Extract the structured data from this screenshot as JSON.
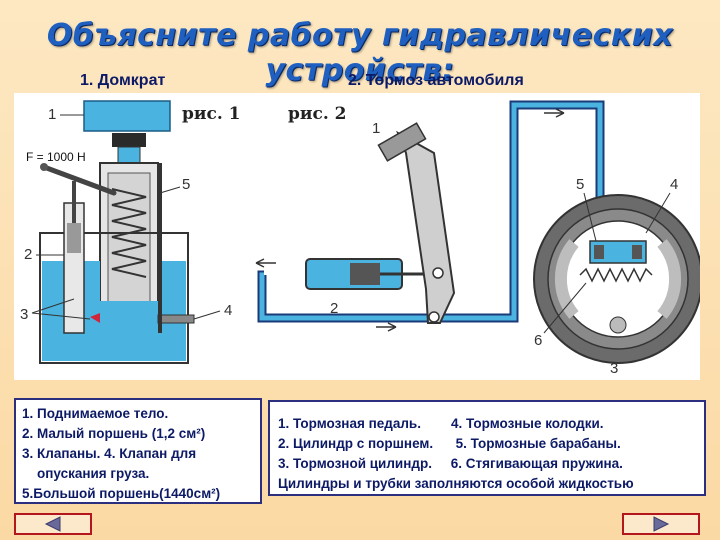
{
  "title": "Объясните работу гидравлических устройств:",
  "captions": {
    "jack": "1. Домкрат",
    "brake": "2. Тормоз автомобиля"
  },
  "figures": {
    "fig1_label": "рис. 1",
    "fig2_label": "рис. 2",
    "force_label": "F = 1000 Н",
    "fig1_numbers": [
      "1",
      "5",
      "2",
      "3",
      "4"
    ],
    "fig2_numbers": [
      "1",
      "5",
      "4",
      "2",
      "6",
      "3"
    ]
  },
  "legend_jack": {
    "lines": [
      "1. Поднимаемое тело.",
      "2. Малый поршень (1,2 см²)",
      "3. Клапаны. 4. Клапан для",
      "    опускания груза.",
      "5.Большой поршень(1440см²)"
    ]
  },
  "legend_brake": {
    "lines": [
      "1. Тормозная педаль.        4. Тормозные колодки.",
      "2. Цилиндр с поршнем.      5. Тормозные барабаны.",
      "3. Тормозной цилиндр.     6. Стягивающая пружина.",
      "Цилиндры и трубки заполняются особой жидкостью"
    ]
  },
  "nav": {
    "prev_icon": "triangle-left-icon",
    "next_icon": "triangle-right-icon"
  },
  "colors": {
    "title": "#1f5fbf",
    "text": "#0c1a66",
    "fluid": "#4ab3e0",
    "nav_border": "#b3171d",
    "nav_icon": "#6a6a9a"
  }
}
